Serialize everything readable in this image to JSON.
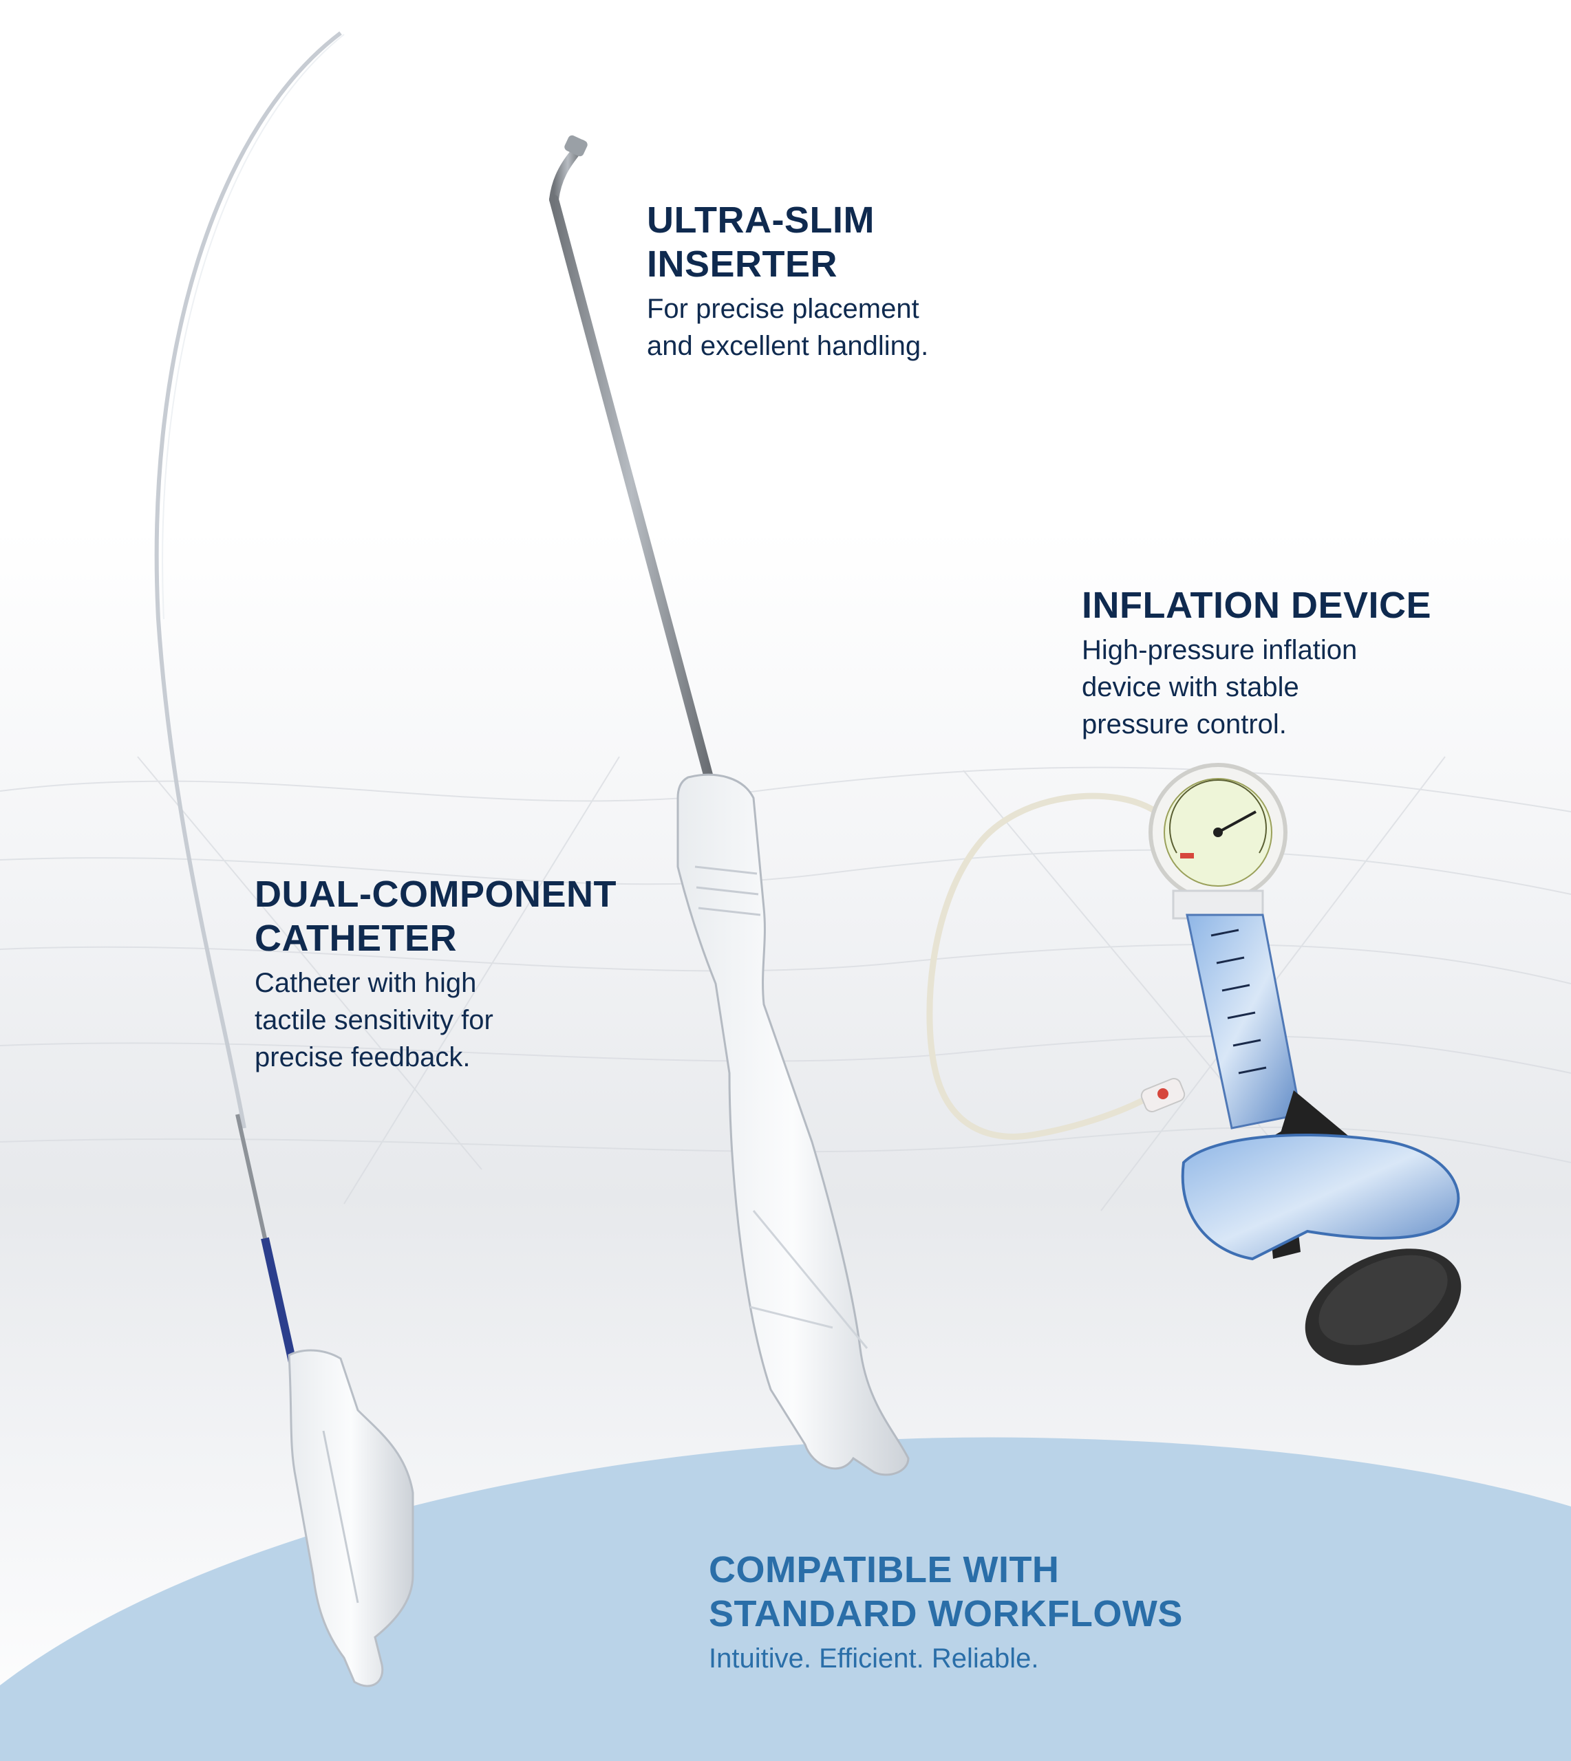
{
  "colors": {
    "heading_navy": "#0f2a4f",
    "accent_blue": "#2a6ea8",
    "bottom_arc": "#bad3e8"
  },
  "inserter": {
    "title_lines": [
      "ULTRA-SLIM",
      "INSERTER"
    ],
    "desc_lines": [
      "For precise placement",
      "and excellent handling."
    ]
  },
  "inflation": {
    "title_lines": [
      "INFLATION DEVICE"
    ],
    "desc_lines": [
      "High-pressure inflation",
      "device with stable",
      "pressure control."
    ]
  },
  "catheter": {
    "title_lines": [
      "DUAL-COMPONENT",
      "CATHETER"
    ],
    "desc_lines": [
      "Catheter with high",
      "tactile sensitivity for",
      "precise feedback."
    ]
  },
  "compatible": {
    "title_lines": [
      "COMPATIBLE WITH",
      "STANDARD WORKFLOWS"
    ],
    "desc_lines": [
      "Intuitive. Efficient. Reliable."
    ]
  },
  "images": [
    {
      "name": "catheter-image"
    },
    {
      "name": "inserter-image"
    },
    {
      "name": "inflation-device-image"
    }
  ]
}
